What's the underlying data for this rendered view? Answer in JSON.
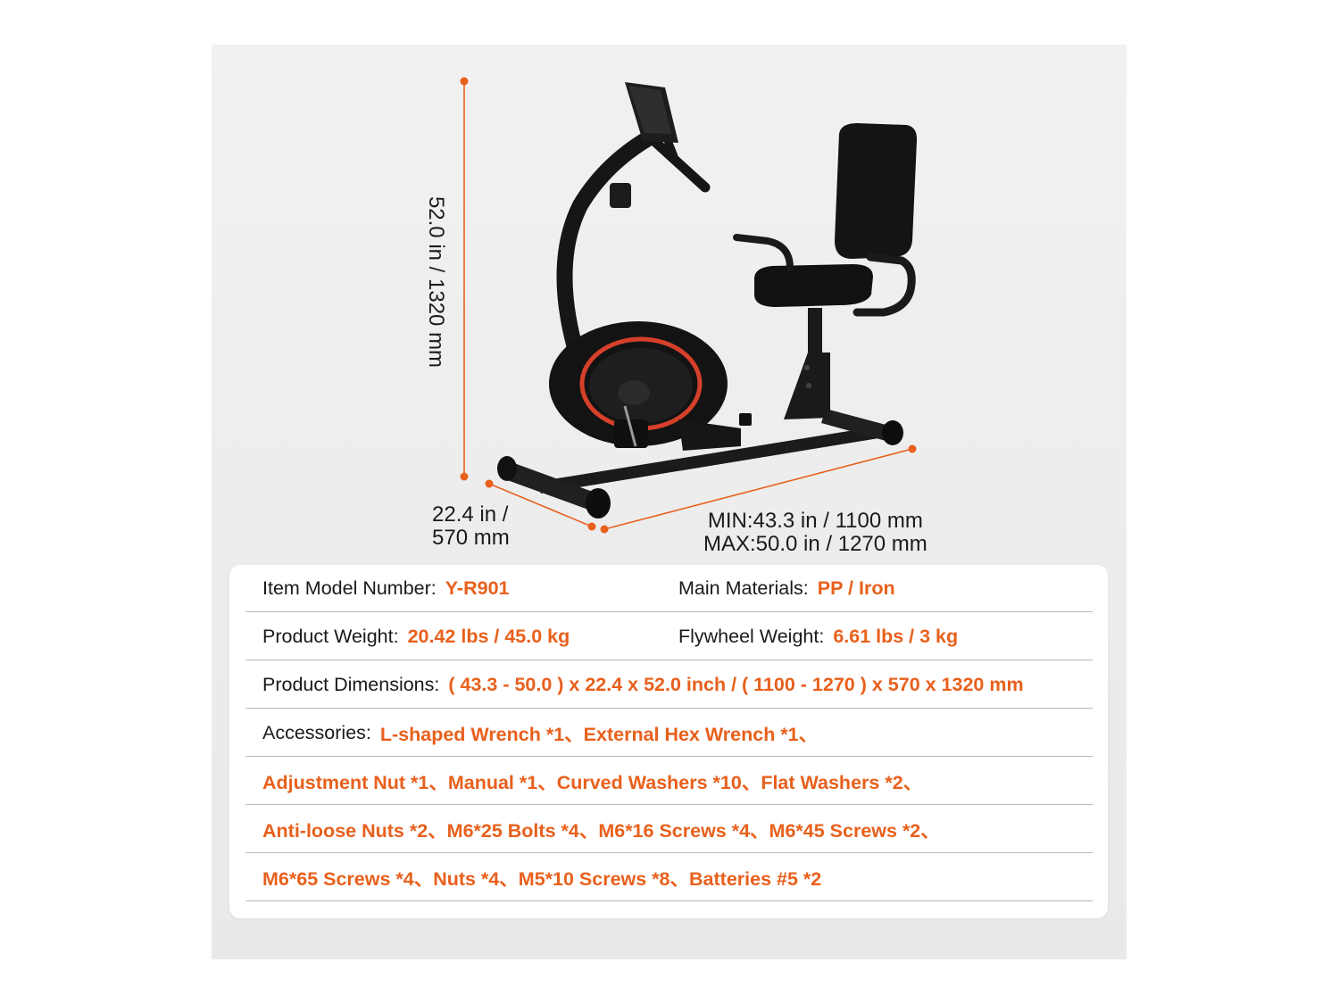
{
  "dimensions": {
    "height": "52.0 in / 1320 mm",
    "depth_line1": "22.4 in /",
    "depth_line2": "570 mm",
    "length_min": "MIN:43.3 in / 1100 mm",
    "length_max": "MAX:50.0 in / 1270 mm"
  },
  "specs": {
    "model_label": "Item Model Number:",
    "model_value": "Y-R901",
    "materials_label": "Main Materials:",
    "materials_value": "PP / Iron",
    "weight_label": "Product Weight:",
    "weight_value": "20.42 lbs / 45.0 kg",
    "flywheel_label": "Flywheel Weight:",
    "flywheel_value": "6.61 lbs / 3 kg",
    "dimensions_label": "Product Dimensions:",
    "dimensions_value": "( 43.3 - 50.0 ) x 22.4 x 52.0 inch / ( 1100 - 1270 ) x 570 x 1320 mm",
    "accessories_label": "Accessories:",
    "accessories_line1": "L-shaped Wrench *1、External Hex Wrench *1、",
    "accessories_line2": "Adjustment Nut *1、Manual *1、Curved Washers *10、Flat Washers *2、",
    "accessories_line3": "Anti-loose Nuts *2、M6*25 Bolts *4、M6*16 Screws *4、M6*45 Screws *2、",
    "accessories_line4": "M6*65 Screws *4、Nuts *4、M5*10 Screws *8、Batteries #5 *2"
  },
  "colors": {
    "accent": "#e8601c",
    "text": "#1a1a1a",
    "panel_bg": "#eeeeee",
    "bike_black": "#151515",
    "bike_red": "#d6402a"
  }
}
